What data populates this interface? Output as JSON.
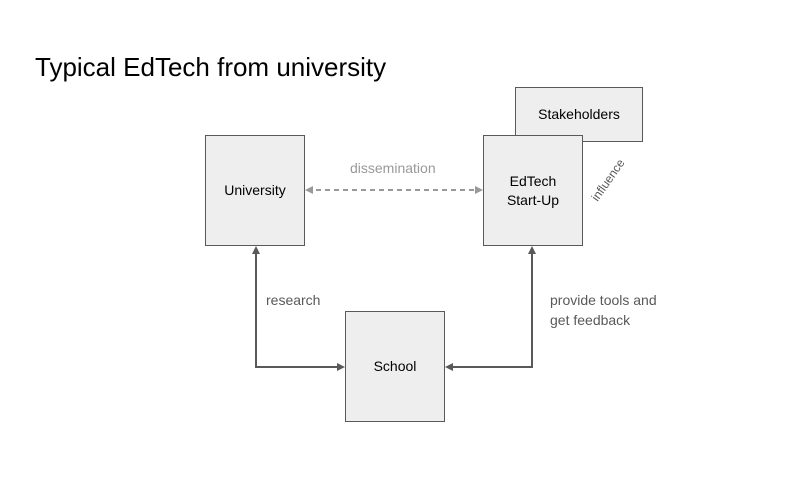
{
  "title": "Typical EdTech from university",
  "nodes": {
    "stakeholders": "Stakeholders",
    "university": "University",
    "edtech": "EdTech\nStart-Up",
    "school": "School"
  },
  "edges": {
    "dissemination": "dissemination",
    "research": "research",
    "provide_tools": "provide tools and\nget feedback",
    "influence": "influence"
  },
  "colors": {
    "box_fill": "#eeeeee",
    "box_border": "#595959",
    "arrow": "#595959",
    "dashed_arrow": "#999999"
  }
}
